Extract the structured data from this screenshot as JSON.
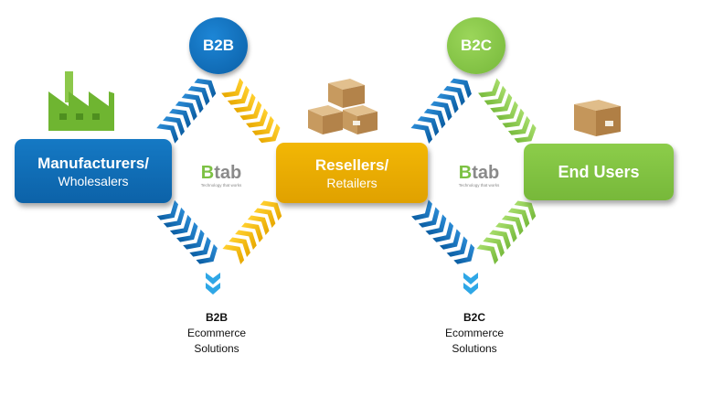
{
  "nodes": {
    "manufacturers": {
      "line1": "Manufacturers/",
      "line2": "Wholesalers",
      "color": "#0c62a8"
    },
    "resellers": {
      "line1": "Resellers/",
      "line2": "Retailers",
      "color": "#e0a100"
    },
    "end_users": {
      "line1": "End Users",
      "color": "#77b83a"
    }
  },
  "circles": {
    "b2b": "B2B",
    "b2c": "B2C"
  },
  "logo": {
    "brand_first": "B",
    "brand_rest": "tab",
    "tagline": "Technology that works"
  },
  "solutions": [
    {
      "title": "B2B",
      "line2": "Ecommerce",
      "line3": "Solutions"
    },
    {
      "title": "B2C",
      "line2": "Ecommerce",
      "line3": "Solutions"
    }
  ],
  "colors": {
    "blue": "#0c62a8",
    "yellow": "#f2b705",
    "green": "#8ccd4a",
    "light_blue": "#2fa7e6"
  },
  "icons": [
    "factory-icon",
    "stacked-boxes-icon",
    "box-icon",
    "chevron-arrow-icon"
  ]
}
